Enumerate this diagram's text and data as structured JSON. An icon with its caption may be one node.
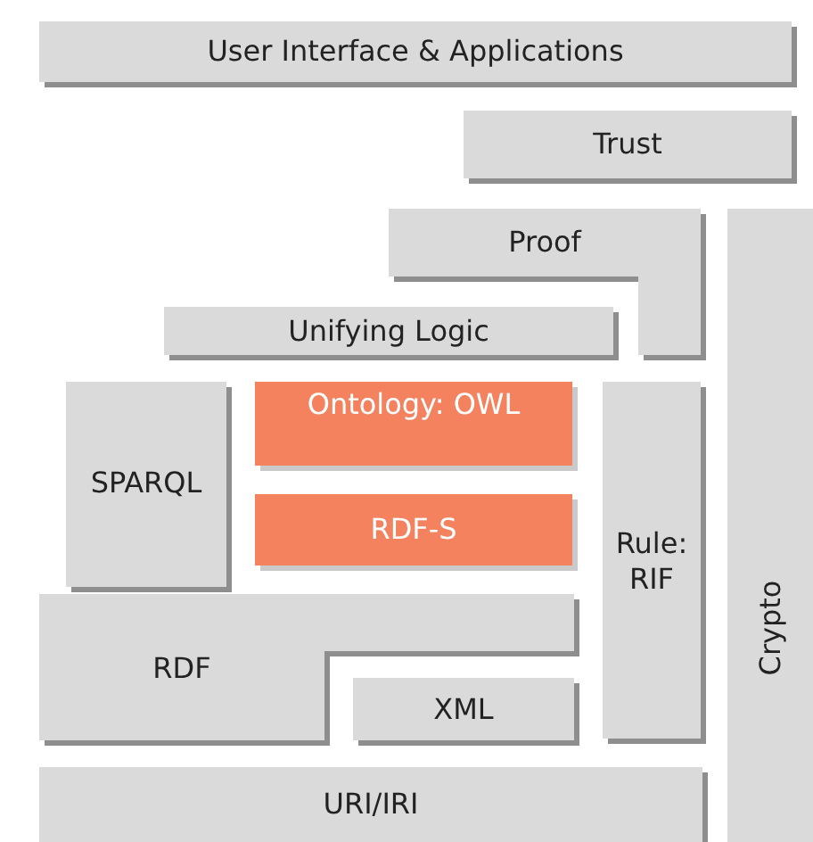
{
  "diagram": {
    "nodes": [
      {
        "text": [
          "User Interface & Applications"
        ]
      },
      {
        "text": [
          "Trust"
        ]
      },
      {
        "text": [
          "Proof"
        ]
      },
      {
        "text": [
          "Crypto"
        ]
      },
      {
        "text": [
          "Unifying Logic"
        ]
      },
      {
        "text": [
          "SPARQL"
        ]
      },
      {
        "text": [
          "Ontology: OWL"
        ]
      },
      {
        "text": [
          "Rule: RIF"
        ]
      },
      {
        "text": [
          "RDF-S"
        ]
      },
      {
        "text": [
          "RDF"
        ]
      },
      {
        "text": [
          "XML"
        ]
      },
      {
        "text": [
          "URI/IRI"
        ]
      }
    ]
  }
}
